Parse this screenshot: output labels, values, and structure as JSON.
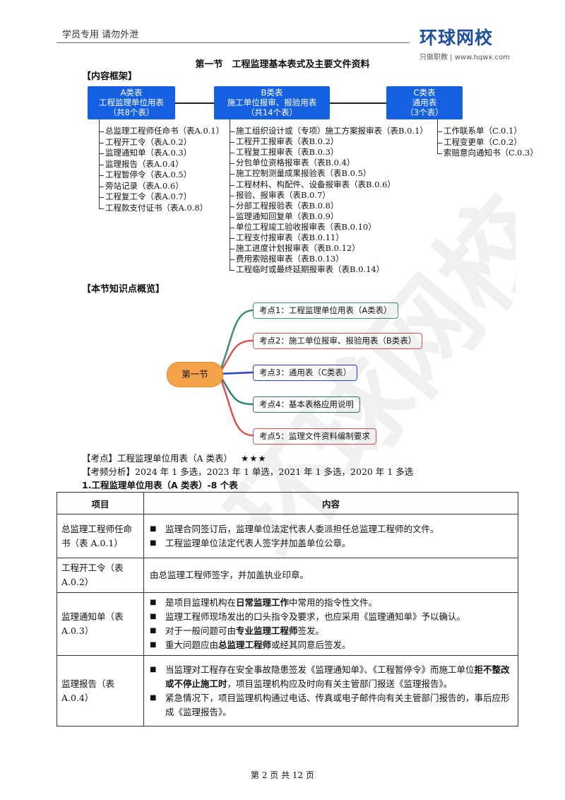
{
  "header": {
    "left_text": "学员专用 请勿外泄",
    "logo": "环球网校",
    "logo_sub": "只做职教 | www.hqwx.com"
  },
  "section_title": "第一节　工程监理基本表式及主要文件资料",
  "framework_heading": "【内容框架】",
  "categories": [
    {
      "lines": [
        "A类表",
        "工程监理单位用表",
        "（共8个表）"
      ],
      "items": [
        "总监理工程师任命书（表A.0.1）",
        "工程开工令（表A.0.2）",
        "监理通知单（表A.0.3）",
        "监理报告（表A.0.4）",
        "工程暂停令（表A.0.5）",
        "旁站记录（表A.0.6）",
        "工程复工令（表A.0.7）",
        "工程款支付证书（表A.0.8）"
      ]
    },
    {
      "lines": [
        "B类表",
        "施工单位报审、报验用表",
        "（共14个表）"
      ],
      "items": [
        "施工组织设计或（专项）施工方案报审表（表B.0.1）",
        "工程开工报审表（表B.0.2）",
        "工程复工报审表（表B.0.3）",
        "分包单位资格报审表（表B.0.4）",
        "施工控制测量成果报验表（表B.0.5）",
        "工程材料、构配件、设备报审表（表B.0.6）",
        "报验、报审表（表B.0.7）",
        "分部工程报验表（表B.0.8）",
        "监理通知回复单（表B.0.9）",
        "单位工程竣工验收报审表（表B.0.10）",
        "工程支付报审表（表B.0.11）",
        "施工进度计划报审表（表B.0.12）",
        "费用索赔报审表（表B.0.13）",
        "工程临时或最终延期报审表（表B.0.14）"
      ]
    },
    {
      "lines": [
        "C类表",
        "通用表",
        "（3个表）"
      ],
      "items": [
        "工作联系单（C.0.1）",
        "工程变更单（C.0.2）",
        "索赔意向通知书（C.0.3）"
      ]
    }
  ],
  "overview_heading": "【本节知识点概览】",
  "mindmap": {
    "root": "第一节",
    "nodes": [
      {
        "label": "考点1：工程监理单位用表（A类表）",
        "color": "#3f8f6e"
      },
      {
        "label": "考点2：施工单位报审、报验用表（B类表）",
        "color": "#d9534f"
      },
      {
        "label": "考点3：通用表（C类表）",
        "color": "#2a3fd0"
      },
      {
        "label": "考点4：基本表格应用说明",
        "color": "#2e7d6e"
      },
      {
        "label": "考点5：监理文件资料编制要求",
        "color": "#d9534f"
      }
    ]
  },
  "kaodian_line": {
    "text": "【考点】工程监理单位用表（A 类表）",
    "stars": "★★★"
  },
  "frequency_line": "【考频分析】2024 年 1 多选，2023 年 1 单选，2021 年 1 多选，2020 年 1 多选",
  "table_title": "1.工程监理单位用表（A 类表）-8 个表",
  "table": {
    "headers": [
      "项目",
      "内容"
    ],
    "rows": [
      {
        "item": "总监理工程师任命书（表 A.0.1）",
        "bullets": [
          [
            {
              "t": "监理合同签订后，监理单位法定代表人委派担任总监理工程师的文件。",
              "b": false
            }
          ],
          [
            {
              "t": "工程监理单位法定代表人签字并加盖单位公章。",
              "b": false
            }
          ]
        ]
      },
      {
        "item": "工程开工令（表 A.0.2）",
        "plain": "由总监理工程师签字，并加盖执业印章。"
      },
      {
        "item": "监理通知单（表 A.0.3）",
        "bullets": [
          [
            {
              "t": "是项目监理机构在",
              "b": false
            },
            {
              "t": "日常监理工作",
              "b": true
            },
            {
              "t": "中常用的指令性文件。",
              "b": false
            }
          ],
          [
            {
              "t": "监理工程师现场发出的口头指令及要求，也应采用《监理通知单》予以确认。",
              "b": false
            }
          ],
          [
            {
              "t": "对于一般问题可由",
              "b": false
            },
            {
              "t": "专业监理工程师",
              "b": true
            },
            {
              "t": "签发。",
              "b": false
            }
          ],
          [
            {
              "t": "重大问题应由",
              "b": false
            },
            {
              "t": "总监理工程师",
              "b": true
            },
            {
              "t": "或经其同意后签发。",
              "b": false
            }
          ]
        ]
      },
      {
        "item": "监理报告（表 A.0.4）",
        "bullets": [
          [
            {
              "t": "当监理对工程存在安全事故隐患签发《监理通知单》、《工程暂停令》而施工单位",
              "b": false
            },
            {
              "t": "拒不整改或不停止施工时",
              "b": true
            },
            {
              "t": "，项目监理机构应及时向有关主管部门报送《监理报告》。",
              "b": false
            }
          ],
          [
            {
              "t": "紧急情况下，项目监理机构通过电话、传真或电子邮件向有关主管部门报告的，事后应形成《监理报告》。",
              "b": false
            }
          ]
        ]
      }
    ]
  },
  "footer": "第 2 页 共 12 页",
  "watermark_text": "环球网校"
}
